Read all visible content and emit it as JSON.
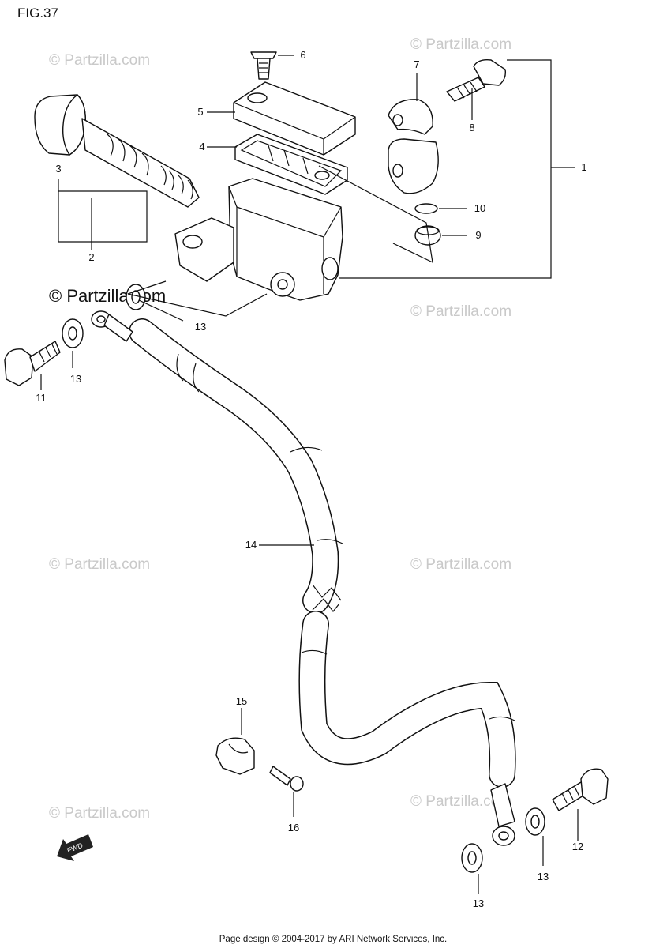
{
  "figure": {
    "title": "FIG.37"
  },
  "watermarks": {
    "light_text": "© Partzilla.com",
    "dark_text": "© Partzilla.com"
  },
  "callouts": {
    "c1": "1",
    "c2": "2",
    "c3": "3",
    "c4": "4",
    "c5": "5",
    "c6": "6",
    "c7": "7",
    "c8": "8",
    "c9": "9",
    "c10": "10",
    "c11": "11",
    "c12": "12",
    "c13a": "13",
    "c13b": "13",
    "c13c": "13",
    "c13d": "13",
    "c14": "14",
    "c15": "15",
    "c16": "16"
  },
  "fwd_label": "FWD",
  "footer": {
    "text": "Page design © 2004-2017 by ARI Network Services, Inc."
  }
}
